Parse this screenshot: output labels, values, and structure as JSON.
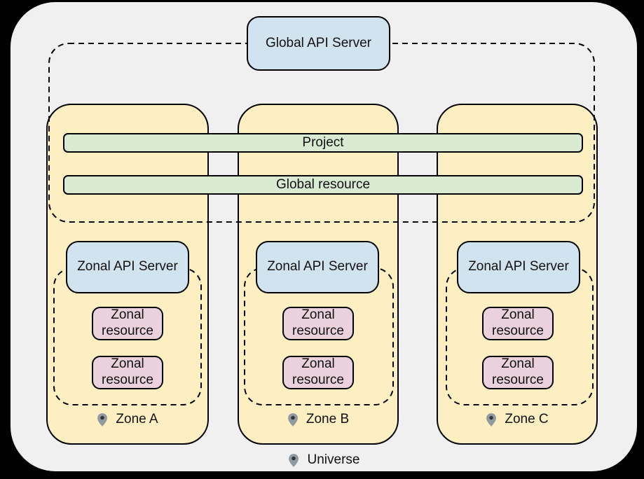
{
  "diagram": {
    "global_api_server_label": "Global API Server",
    "project_bar_label": "Project",
    "global_resource_bar_label": "Global resource",
    "zones": [
      {
        "label": "Zone A",
        "api_server_label": "Zonal API Server",
        "resources": [
          "Zonal resource",
          "Zonal resource"
        ]
      },
      {
        "label": "Zone B",
        "api_server_label": "Zonal API Server",
        "resources": [
          "Zonal resource",
          "Zonal resource"
        ]
      },
      {
        "label": "Zone C",
        "api_server_label": "Zonal API Server",
        "resources": [
          "Zonal resource",
          "Zonal resource"
        ]
      }
    ],
    "universe_label": "Universe",
    "icons": {
      "zone_marker": "location-pin-icon",
      "universe_marker": "location-pin-icon"
    },
    "colors": {
      "page_background": "#000000",
      "universe_fill": "#f0f0f0",
      "zone_fill": "#feefc3",
      "api_server_fill": "#d2e3f0",
      "resource_fill": "#ead1dc",
      "scope_bar_fill": "#d9ead3",
      "outline": "#000000",
      "pin_fill": "#9199a1",
      "pin_dot": "#33373c"
    }
  }
}
